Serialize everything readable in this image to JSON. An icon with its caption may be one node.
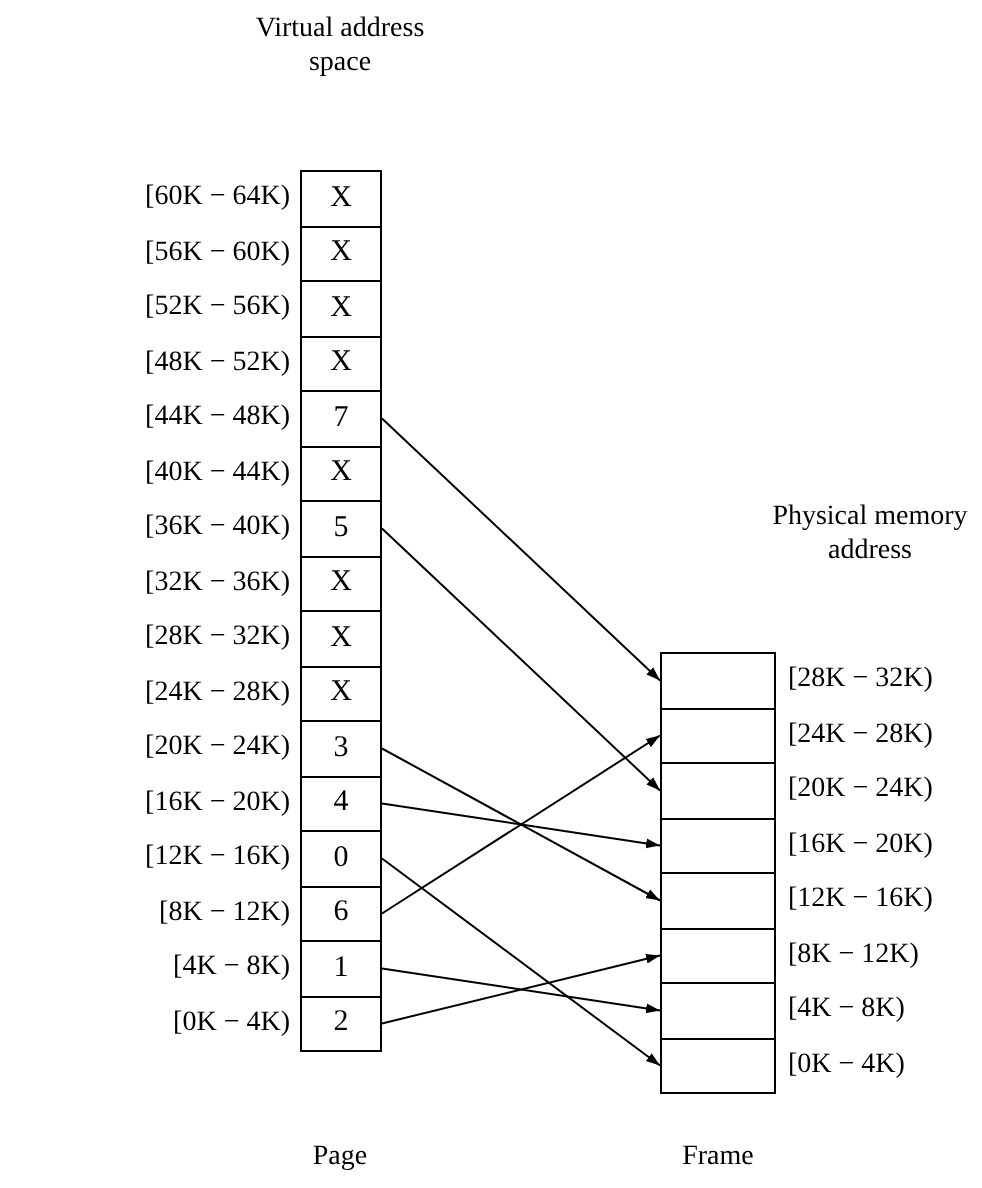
{
  "diagram": {
    "nodes": [
      {
        "text": [
          "X"
        ],
        "beside": [
          "[60K − 64K)"
        ]
      },
      {
        "text": [
          "X"
        ],
        "beside": [
          "[56K − 60K)"
        ]
      },
      {
        "text": [
          "X"
        ],
        "beside": [
          "[52K − 56K)"
        ]
      },
      {
        "text": [
          "X"
        ],
        "beside": [
          "[48K − 52K)"
        ]
      },
      {
        "text": [
          "7"
        ],
        "beside": [
          "[44K − 48K)"
        ]
      },
      {
        "text": [
          "X"
        ],
        "beside": [
          "[40K − 44K)"
        ]
      },
      {
        "text": [
          "5"
        ],
        "beside": [
          "[36K − 40K)"
        ]
      },
      {
        "text": [
          "X"
        ],
        "beside": [
          "[32K − 36K)"
        ]
      },
      {
        "text": [
          "X"
        ],
        "beside": [
          "[28K − 32K)"
        ]
      },
      {
        "text": [
          "X"
        ],
        "beside": [
          "[24K − 28K)"
        ]
      },
      {
        "text": [
          "3"
        ],
        "beside": [
          "[20K − 24K)"
        ]
      },
      {
        "text": [
          "4"
        ],
        "beside": [
          "[16K − 20K)"
        ]
      },
      {
        "text": [
          "0"
        ],
        "beside": [
          "[12K − 16K)"
        ]
      },
      {
        "text": [
          "6"
        ],
        "beside": [
          "[8K − 12K)"
        ]
      },
      {
        "text": [
          "1"
        ],
        "beside": [
          "[4K − 8K)"
        ]
      },
      {
        "text": [
          "2"
        ],
        "beside": [
          "[0K − 4K)"
        ]
      },
      {
        "text": [],
        "shape": "box",
        "beside": [
          "[28K − 32K)"
        ]
      },
      {
        "text": [],
        "shape": "box",
        "beside": [
          "[24K − 28K)"
        ]
      },
      {
        "text": [],
        "shape": "box",
        "beside": [
          "[20K − 24K)"
        ]
      },
      {
        "text": [],
        "shape": "box",
        "beside": [
          "[16K − 20K)"
        ]
      },
      {
        "text": [],
        "shape": "box",
        "beside": [
          "[12K − 16K)"
        ]
      },
      {
        "text": [],
        "shape": "box",
        "beside": [
          "[8K − 12K)"
        ]
      },
      {
        "text": [],
        "shape": "box",
        "beside": [
          "[4K − 8K)"
        ]
      },
      {
        "text": [],
        "shape": "box",
        "beside": [
          "[0K − 4K)"
        ]
      }
    ],
    "edges": [
      {
        "from": 4,
        "to": 16,
        "arrow": "to"
      },
      {
        "from": 6,
        "to": 18,
        "arrow": "to"
      },
      {
        "from": 10,
        "to": 20,
        "arrow": "to"
      },
      {
        "from": 11,
        "to": 19,
        "arrow": "to"
      },
      {
        "from": 12,
        "to": 23,
        "arrow": "to"
      },
      {
        "from": 13,
        "to": 17,
        "arrow": "to"
      },
      {
        "from": 14,
        "to": 22,
        "arrow": "to"
      },
      {
        "from": 15,
        "to": 21,
        "arrow": "to"
      }
    ],
    "labels": [
      "Virtual address space",
      "Physical memory address",
      "Page",
      "Frame"
    ]
  }
}
